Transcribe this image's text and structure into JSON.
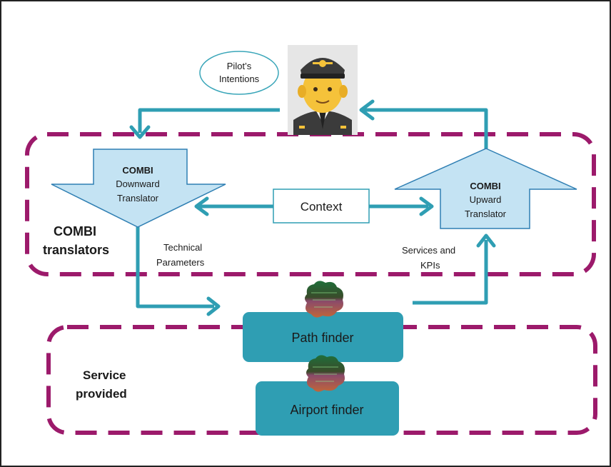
{
  "colors": {
    "accent_teal": "#2f9eb3",
    "dashed_border": "#9c1a6b",
    "translator_fill": "#c4e3f3",
    "translator_stroke": "#2f7fb3",
    "box_fill": "#2f9eb3",
    "pilot_bubble_stroke": "#3aa6b9"
  },
  "pilot": {
    "bubble_line1": "Pilot’s",
    "bubble_line2": "Intentions",
    "icon": "pilot-emoji-icon"
  },
  "groups": {
    "translators": {
      "line1": "COMBI",
      "line2": "translators"
    },
    "service": {
      "line1": "Service",
      "line2": "provided"
    }
  },
  "downward": {
    "title": "COMBI",
    "line2": "Downward",
    "line3": "Translator"
  },
  "upward": {
    "title": "COMBI",
    "line2": "Upward",
    "line3": "Translator"
  },
  "context": {
    "label": "Context"
  },
  "edges": {
    "technical": {
      "line1": "Technical",
      "line2": "Parameters"
    },
    "services": {
      "line1": "Services and",
      "line2": "KPIs"
    }
  },
  "services": {
    "path_finder": "Path finder",
    "airport_finder": "Airport finder",
    "icon": "ai-brain-icon"
  }
}
